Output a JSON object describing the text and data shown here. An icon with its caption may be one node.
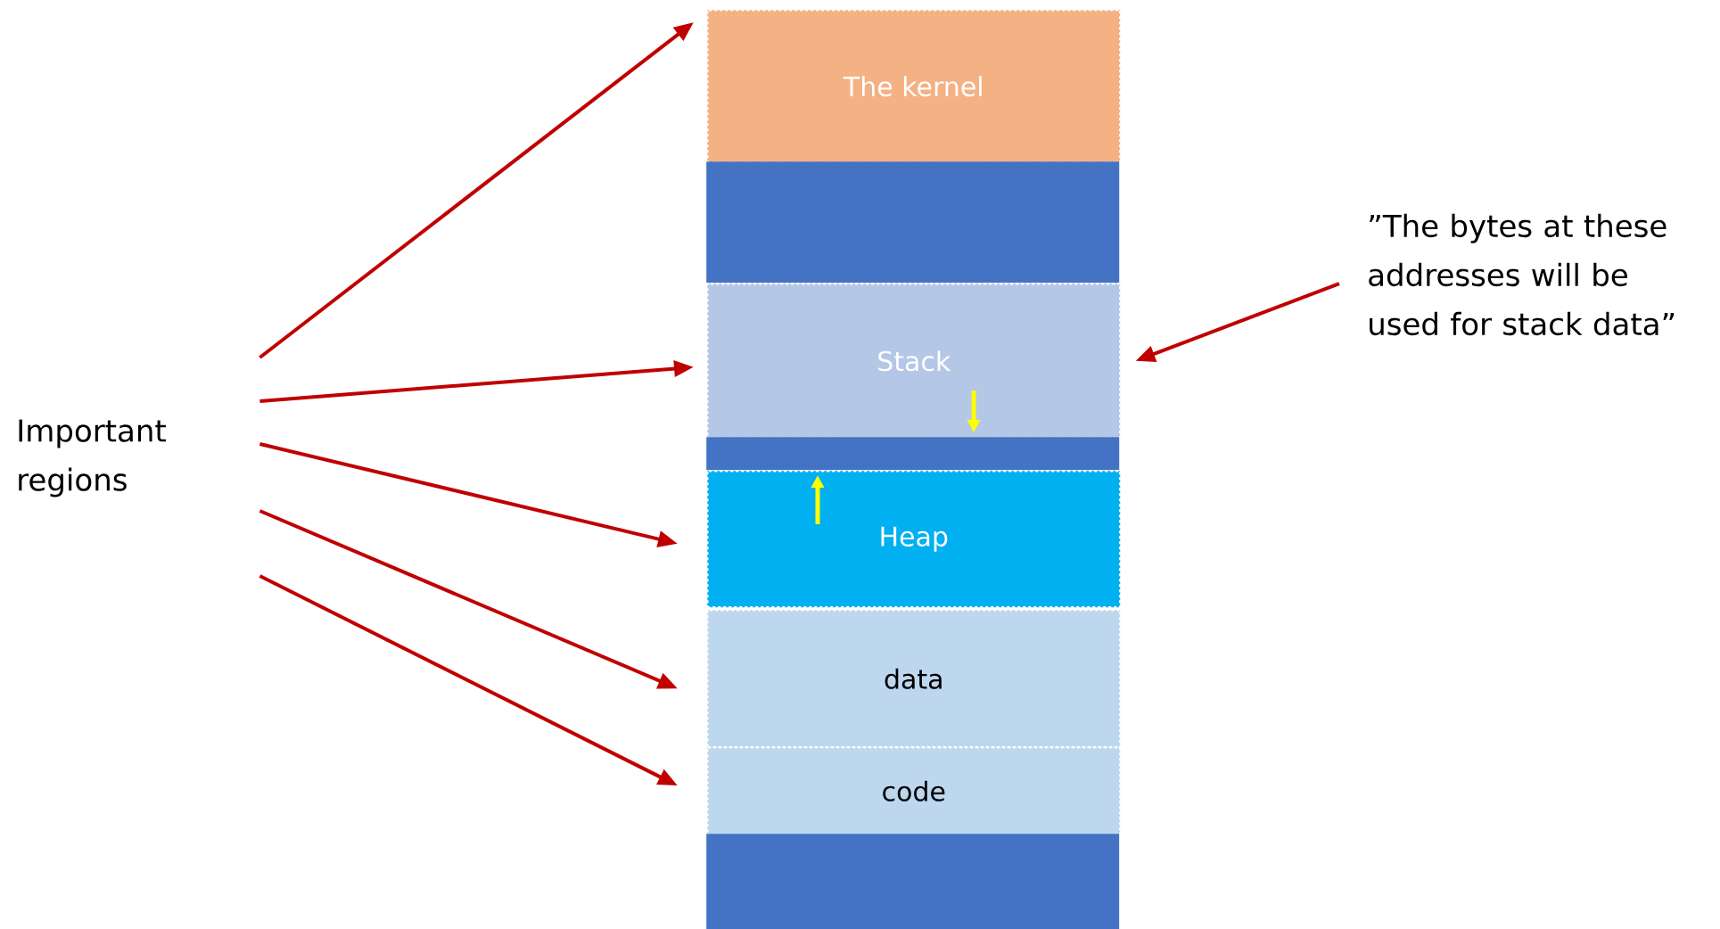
{
  "diagram": {
    "nodes": [
      {
        "text": [
          "Important regions"
        ]
      },
      {
        "text": [
          "The kernel"
        ]
      },
      {
        "text": [],
        "shape": "box"
      },
      {
        "text": [
          "Stack"
        ]
      },
      {
        "text": [],
        "shape": "box"
      },
      {
        "text": [
          "Heap"
        ]
      },
      {
        "text": [
          "data"
        ]
      },
      {
        "text": [
          "code"
        ]
      },
      {
        "text": [],
        "shape": "box"
      },
      {
        "text": [
          "”The bytes at these addresses will be used for stack data”"
        ]
      }
    ],
    "edges": [
      {
        "from": 0,
        "to": 1,
        "arrow": "to"
      },
      {
        "from": 0,
        "to": 3,
        "arrow": "to"
      },
      {
        "from": 0,
        "to": 5,
        "arrow": "to"
      },
      {
        "from": 0,
        "to": 6,
        "arrow": "to"
      },
      {
        "from": 0,
        "to": 7,
        "arrow": "to"
      },
      {
        "from": 9,
        "to": 3,
        "arrow": "to"
      }
    ]
  }
}
